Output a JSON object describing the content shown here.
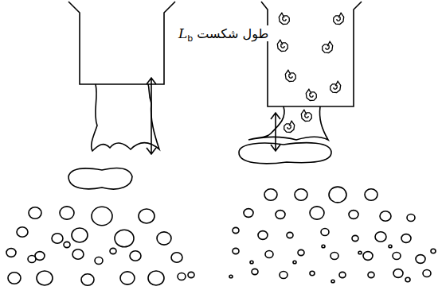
{
  "diagram": {
    "labels": [
      "طول شکست",
      "L",
      "b"
    ]
  }
}
